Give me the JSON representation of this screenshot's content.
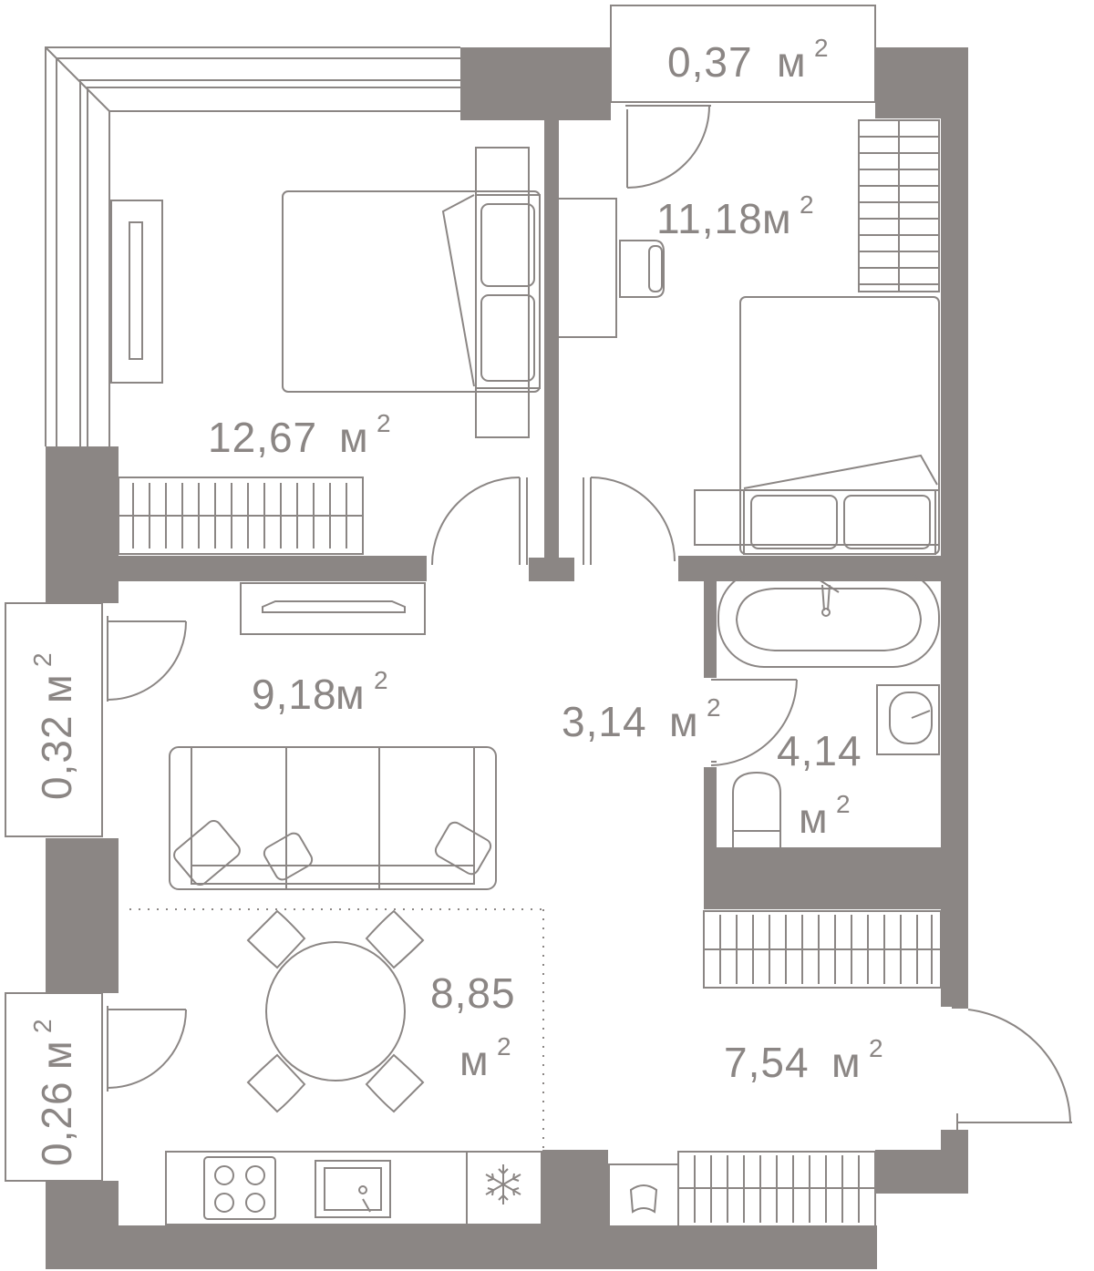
{
  "plan": {
    "unit": "м",
    "unit_power": "2",
    "wall_color": "#8b8684",
    "rooms": {
      "bedroom_left": "12,67",
      "bedroom_right": "11,18",
      "balcony_top": "0,37",
      "living": "9,18",
      "corridor": "3,14",
      "bathroom_line1": "4,14",
      "dining_line1": "8,85",
      "hall": "7,54",
      "balcony_left_top": "0,32",
      "balcony_left_bottom": "0,26"
    },
    "icons": {
      "freezer": "snowflake-icon"
    }
  }
}
